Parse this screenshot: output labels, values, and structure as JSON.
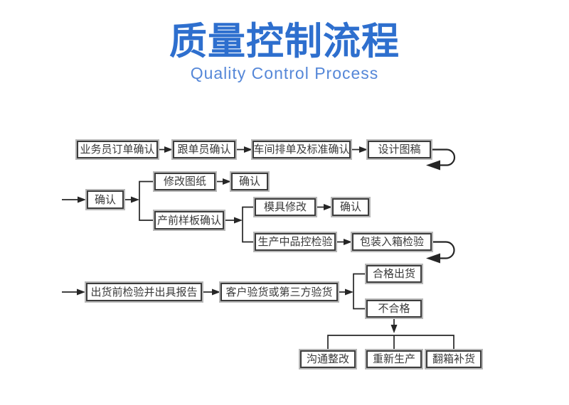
{
  "header": {
    "title": "质量控制流程",
    "subtitle": "Quality Control Process"
  },
  "colors": {
    "title": "#2e6fce",
    "subtitle": "#5587d8",
    "box_border": "#3c3c3c",
    "box_outline": "#b7b7b7",
    "box_text": "#3a3a3a",
    "connector": "#262626",
    "background": "#ffffff"
  },
  "nodes": {
    "salesman_order_confirm": "业务员订单确认",
    "merchandiser_confirm": "跟单员确认",
    "workshop_standard_confirm": "车间排单及标准确认",
    "design_draft": "设计图稿",
    "confirm_design": "确认",
    "revise_drawing": "修改图纸",
    "confirm_revision": "确认",
    "presample_confirm": "产前样板确认",
    "mold_modify": "模具修改",
    "confirm_mold": "确认",
    "production_qc": "生产中品控检验",
    "packing_inspection": "包装入箱检验",
    "preshipment_report": "出货前检验并出具报告",
    "customer_thirdparty_inspection": "客户验货或第三方验货",
    "qualified_shipment": "合格出货",
    "unqualified": "不合格",
    "communicate_rectify": "沟通整改",
    "reproduce": "重新生产",
    "repack_replenish": "翻箱补货"
  },
  "edges": [
    {
      "from": "salesman_order_confirm",
      "to": "merchandiser_confirm",
      "type": "arrow"
    },
    {
      "from": "merchandiser_confirm",
      "to": "workshop_standard_confirm",
      "type": "arrow"
    },
    {
      "from": "workshop_standard_confirm",
      "to": "design_draft",
      "type": "arrow"
    },
    {
      "from": "design_draft",
      "to": "confirm_design",
      "type": "loop-to-next-row"
    },
    {
      "from": "confirm_design",
      "to": "revise_drawing",
      "type": "branch"
    },
    {
      "from": "confirm_design",
      "to": "presample_confirm",
      "type": "branch"
    },
    {
      "from": "revise_drawing",
      "to": "confirm_revision",
      "type": "arrow"
    },
    {
      "from": "presample_confirm",
      "to": "mold_modify",
      "type": "branch"
    },
    {
      "from": "presample_confirm",
      "to": "production_qc",
      "type": "branch"
    },
    {
      "from": "mold_modify",
      "to": "confirm_mold",
      "type": "arrow"
    },
    {
      "from": "production_qc",
      "to": "packing_inspection",
      "type": "arrow"
    },
    {
      "from": "packing_inspection",
      "to": "preshipment_report",
      "type": "loop-to-next-row"
    },
    {
      "from": "preshipment_report",
      "to": "customer_thirdparty_inspection",
      "type": "arrow"
    },
    {
      "from": "customer_thirdparty_inspection",
      "to": "qualified_shipment",
      "type": "branch"
    },
    {
      "from": "customer_thirdparty_inspection",
      "to": "unqualified",
      "type": "branch"
    },
    {
      "from": "unqualified",
      "to": "communicate_rectify",
      "type": "tree"
    },
    {
      "from": "unqualified",
      "to": "reproduce",
      "type": "tree"
    },
    {
      "from": "unqualified",
      "to": "repack_replenish",
      "type": "tree"
    }
  ]
}
